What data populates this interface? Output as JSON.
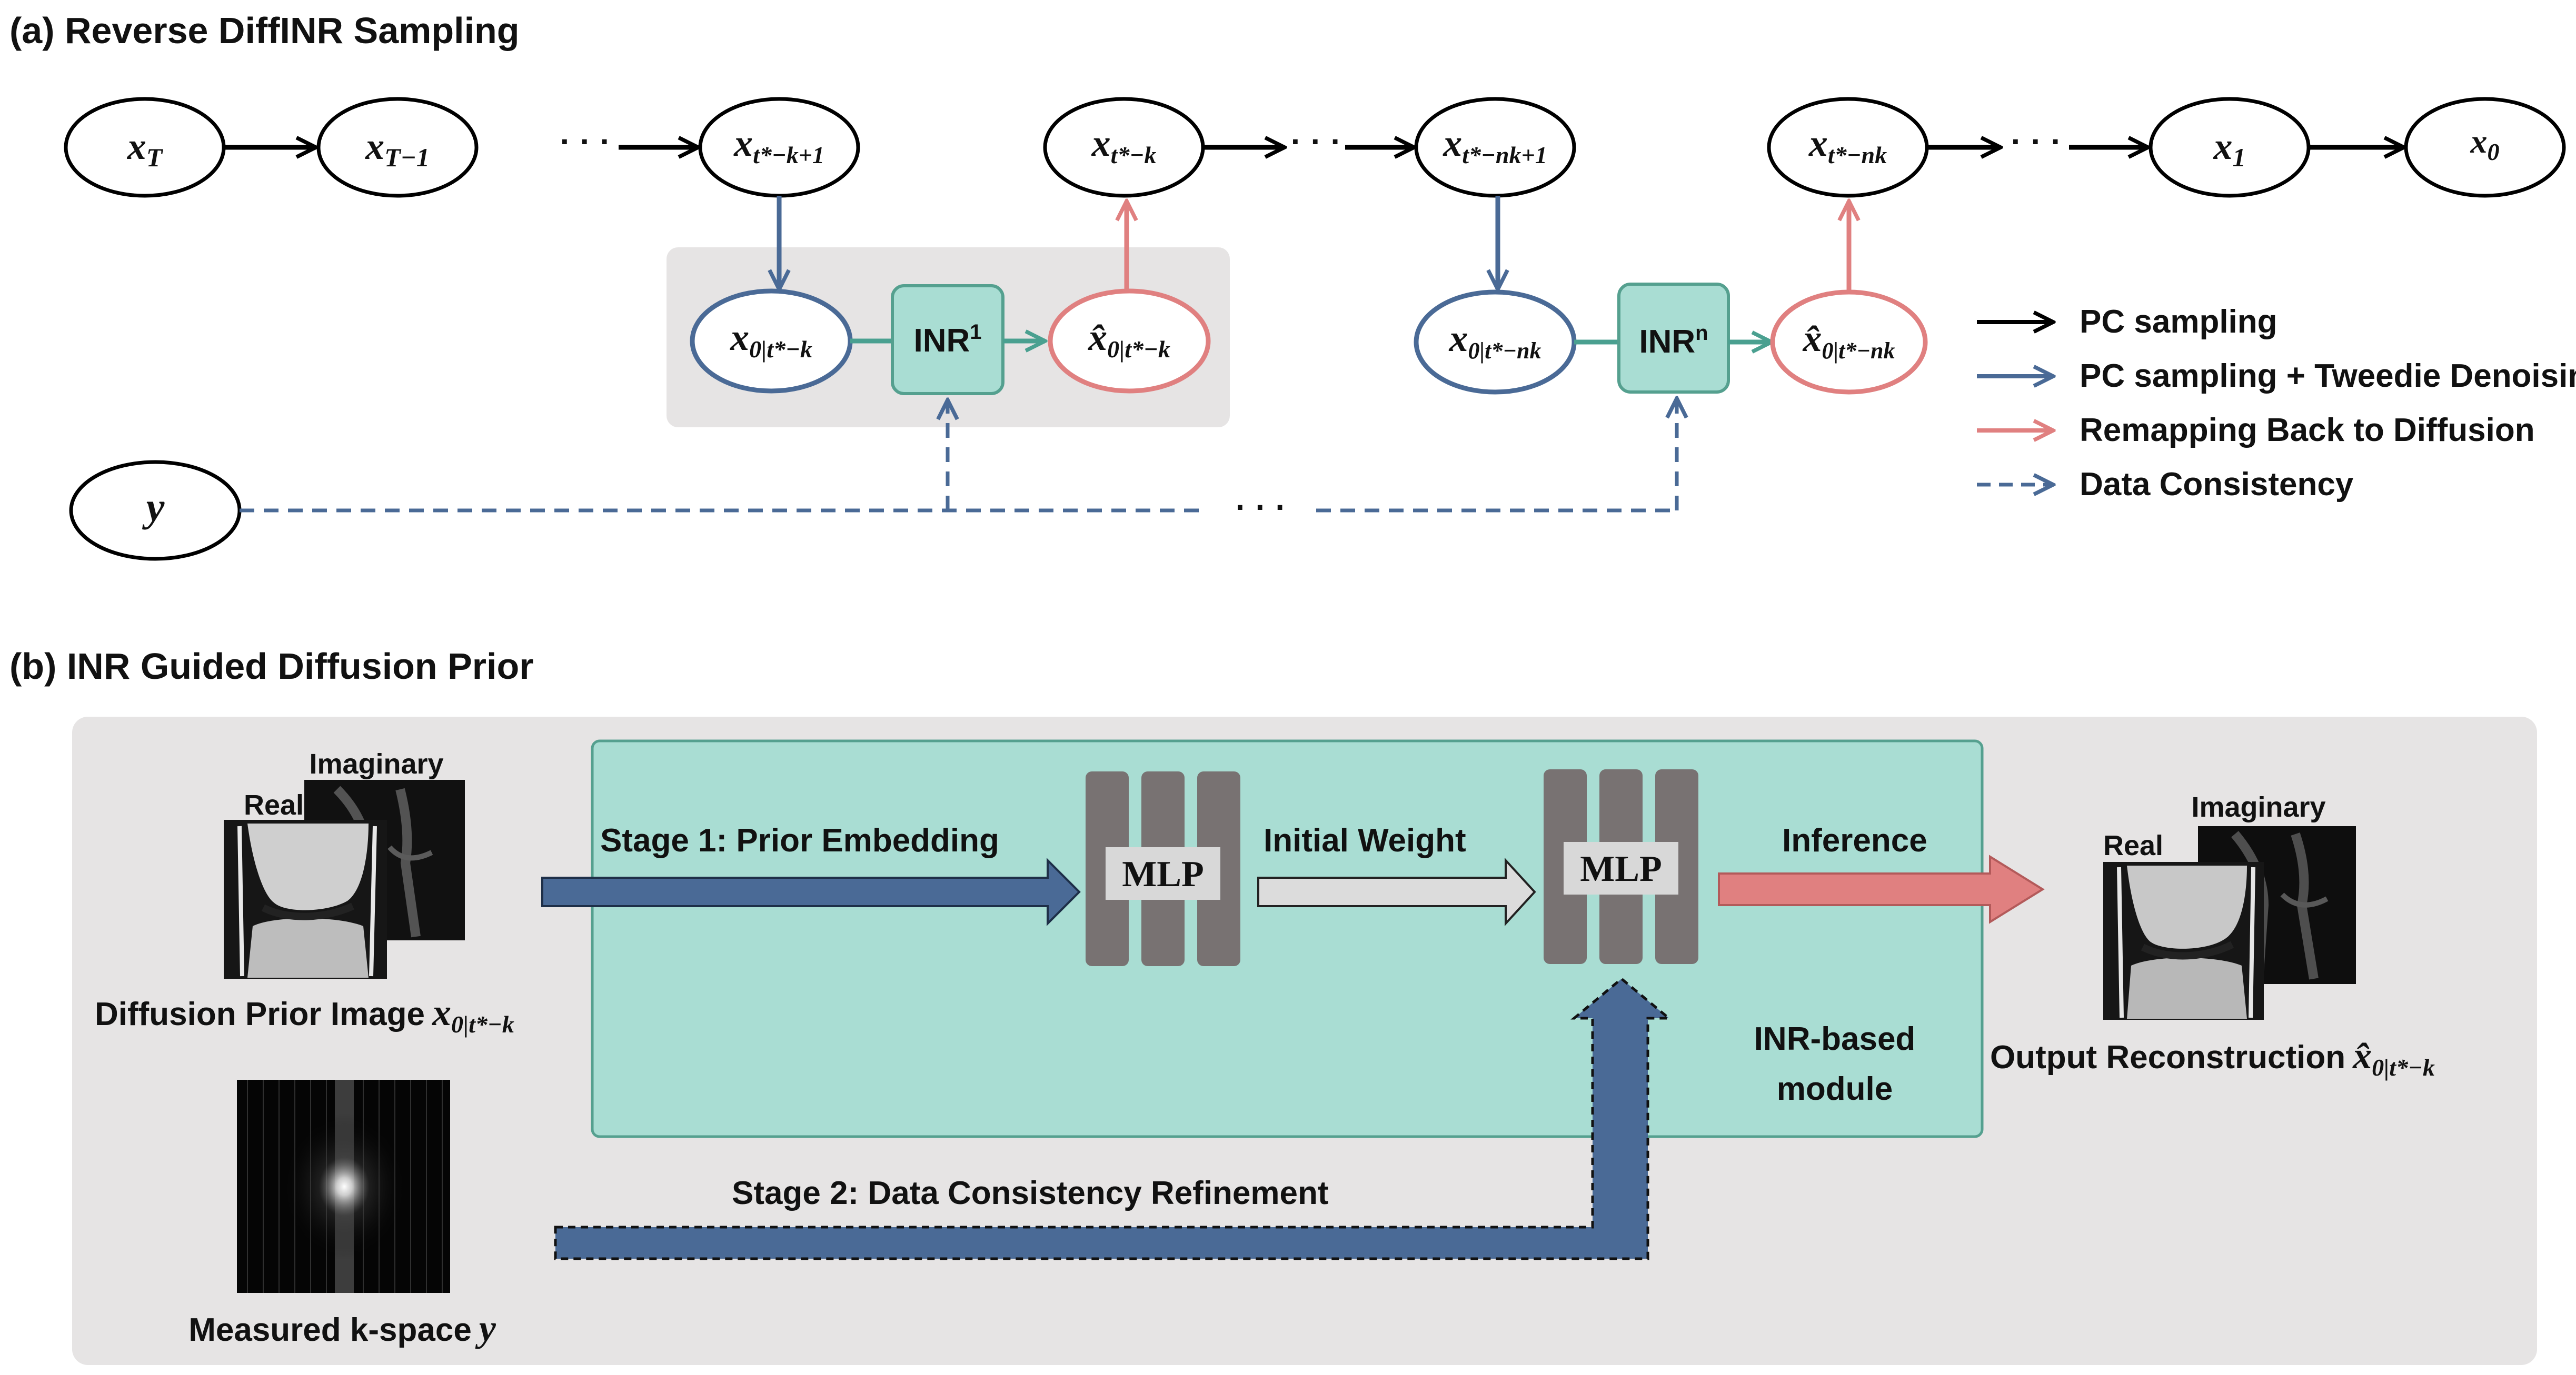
{
  "panel_a": {
    "title": "(a) Reverse DiffINR Sampling",
    "top_row": [
      {
        "base": "x",
        "sub": "T"
      },
      {
        "base": "x",
        "sub": "T−1"
      },
      {
        "base": "x",
        "sub": "t*−k+1"
      },
      {
        "base": "x",
        "sub": "t*−k"
      },
      {
        "base": "x",
        "sub": "t*−nk+1"
      },
      {
        "base": "x",
        "sub": "t*−nk"
      },
      {
        "base": "x",
        "sub": "1"
      },
      {
        "base": "x",
        "sub": "0"
      }
    ],
    "ellipsis": "· · ·",
    "group1": {
      "x0": {
        "base": "x",
        "sub": "0|t*−k"
      },
      "inr": "INR",
      "inr_sup": "1",
      "xhat": {
        "base": "x̂",
        "sub": "0|t*−k"
      }
    },
    "group2": {
      "x0": {
        "base": "x",
        "sub": "0|t*−nk"
      },
      "inr": "INR",
      "inr_sup": "n",
      "xhat": {
        "base": "x̂",
        "sub": "0|t*−nk"
      }
    },
    "measurement": "y",
    "legend": [
      {
        "label": "PC sampling",
        "color": "#000000",
        "style": "solid"
      },
      {
        "label": "PC sampling + Tweedie Denoising",
        "color": "#4a6a96",
        "style": "solid"
      },
      {
        "label": "Remapping Back to Diffusion",
        "color": "#e08080",
        "style": "solid"
      },
      {
        "label": "Data Consistency",
        "color": "#4a6a96",
        "style": "dashed"
      }
    ]
  },
  "panel_b": {
    "title": "(b) INR Guided Diffusion Prior",
    "prior_image": {
      "real": "Real",
      "imag": "Imaginary",
      "caption": "Diffusion Prior Image",
      "caption_math": {
        "base": "x",
        "sub": "0|t*−k"
      }
    },
    "kspace": {
      "caption": "Measured k-space",
      "caption_math": "y"
    },
    "stage1": "Stage 1: Prior Embedding",
    "initial_weight": "Initial Weight",
    "inference": "Inference",
    "mlp": "MLP",
    "module_label": [
      "INR-based",
      "module"
    ],
    "stage2": "Stage 2: Data Consistency Refinement",
    "output": {
      "real": "Real",
      "imag": "Imaginary",
      "caption": "Output Reconstruction",
      "caption_math": {
        "base": "x̂",
        "sub": "0|t*−k"
      }
    }
  },
  "colors": {
    "blue": "#4a6a96",
    "pink": "#e08080",
    "teal_fill": "#a9ddd3",
    "teal_stroke": "#55a08f",
    "gray_panel": "#e6e4e4",
    "mlp_gray": "#787272"
  }
}
